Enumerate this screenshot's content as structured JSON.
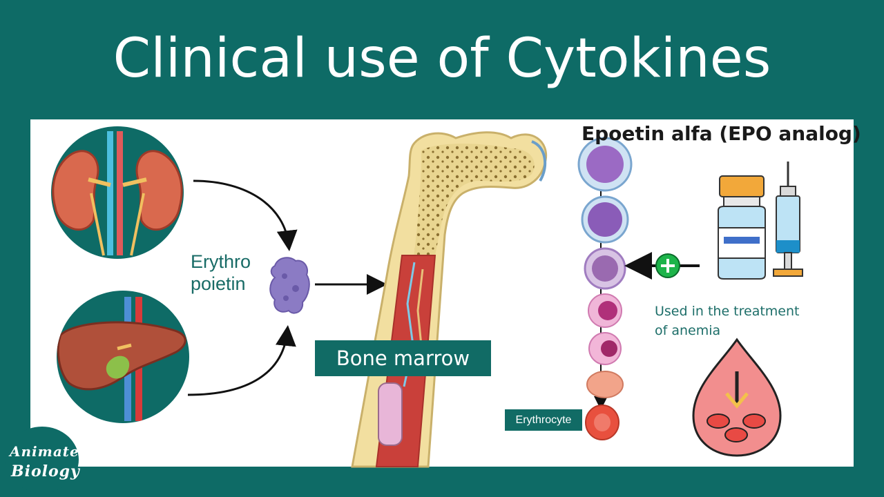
{
  "title": "Clinical use of Cytokines",
  "labels": {
    "erythropoietin_line1": "Erythro",
    "erythropoietin_line2": "poietin",
    "bone_marrow": "Bone marrow",
    "epo_title": "Epoetin alfa (EPO analog)",
    "used_line1": "Used in the treatment",
    "used_line2": "of anemia",
    "erythrocyte": "Erythrocyte"
  },
  "logo": {
    "line1": "Animated",
    "line2": "Biology"
  },
  "colors": {
    "background": "#0e6b66",
    "panel": "#ffffff",
    "label_teal": "#186b66",
    "plus_green": "#1db44a",
    "kidney": "#d9694e",
    "liver": "#b0503a",
    "cytokine": "#8b7bc4",
    "bone": "#f2dfa0",
    "blood_drop": "#f28e8e",
    "arrow_yellow": "#f3c14b"
  },
  "icons": [
    "kidney-icon",
    "liver-icon",
    "erythropoietin-protein-icon",
    "bone-icon",
    "vial-icon",
    "syringe-icon",
    "plus-icon",
    "blood-drop-icon"
  ]
}
